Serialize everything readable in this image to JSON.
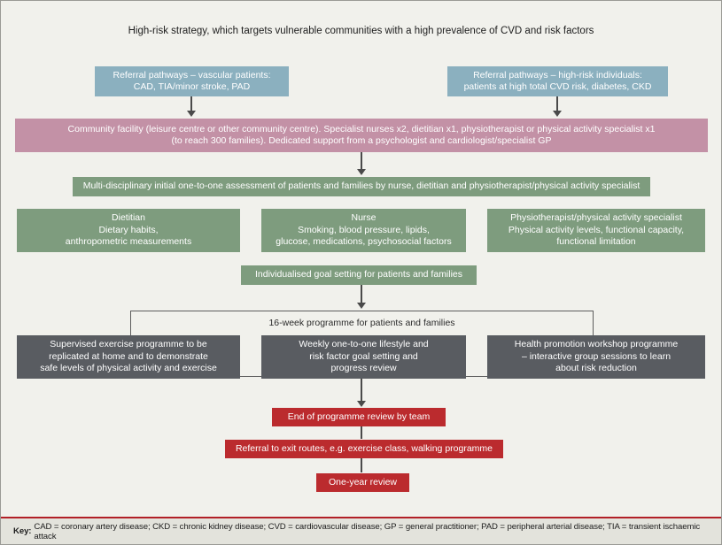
{
  "title": "High-risk strategy, which targets vulnerable communities with a high prevalence of CVD and risk factors",
  "colors": {
    "canvas_bg": "#f1f1ec",
    "blue": "#8bb0bf",
    "pink": "#c391a6",
    "green": "#7e9c7e",
    "gray": "#595c61",
    "red": "#bb2b2e",
    "key_bg": "#e3e3dc",
    "key_rule": "#b22027",
    "connector": "#4a4a4a"
  },
  "nodes": {
    "referral_vascular": "Referral pathways – vascular patients:\nCAD, TIA/minor stroke, PAD",
    "referral_highrisk": "Referral pathways – high-risk individuals:\npatients at high total CVD risk, diabetes, CKD",
    "community_facility": "Community facility (leisure centre or other community centre). Specialist nurses x2, dietitian x1, physiotherapist or physical activity specialist x1\n(to reach 300 families). Dedicated support from a psychologist and cardiologist/specialist GP",
    "assessment": "Multi-disciplinary initial one-to-one assessment of patients and families by nurse, dietitian and physiotherapist/physical activity specialist",
    "dietitian": "Dietitian\nDietary habits,\nanthropometric measurements",
    "nurse": "Nurse\nSmoking, blood pressure, lipids,\nglucose, medications, psychosocial factors",
    "physio": "Physiotherapist/physical activity specialist\nPhysical activity levels, functional capacity,\nfunctional limitation",
    "goal_setting": "Individualised goal setting for patients and families",
    "programme_bracket": "16-week programme for patients and families",
    "supervised_exercise": "Supervised exercise programme to be\nreplicated at home and to demonstrate\nsafe levels of physical activity and exercise",
    "weekly_lifestyle": "Weekly one-to-one lifestyle and\nrisk factor goal setting and\nprogress review",
    "health_promotion": "Health promotion workshop programme\n– interactive group sessions to learn\nabout risk reduction",
    "end_review": "End of programme review by team",
    "exit_routes": "Referral to exit routes, e.g. exercise class, walking programme",
    "one_year_review": "One-year review"
  },
  "key": {
    "label": "Key:",
    "text": "CAD = coronary artery disease; CKD = chronic kidney disease; CVD = cardiovascular disease; GP = general practitioner; PAD = peripheral arterial disease; TIA = transient ischaemic attack"
  }
}
